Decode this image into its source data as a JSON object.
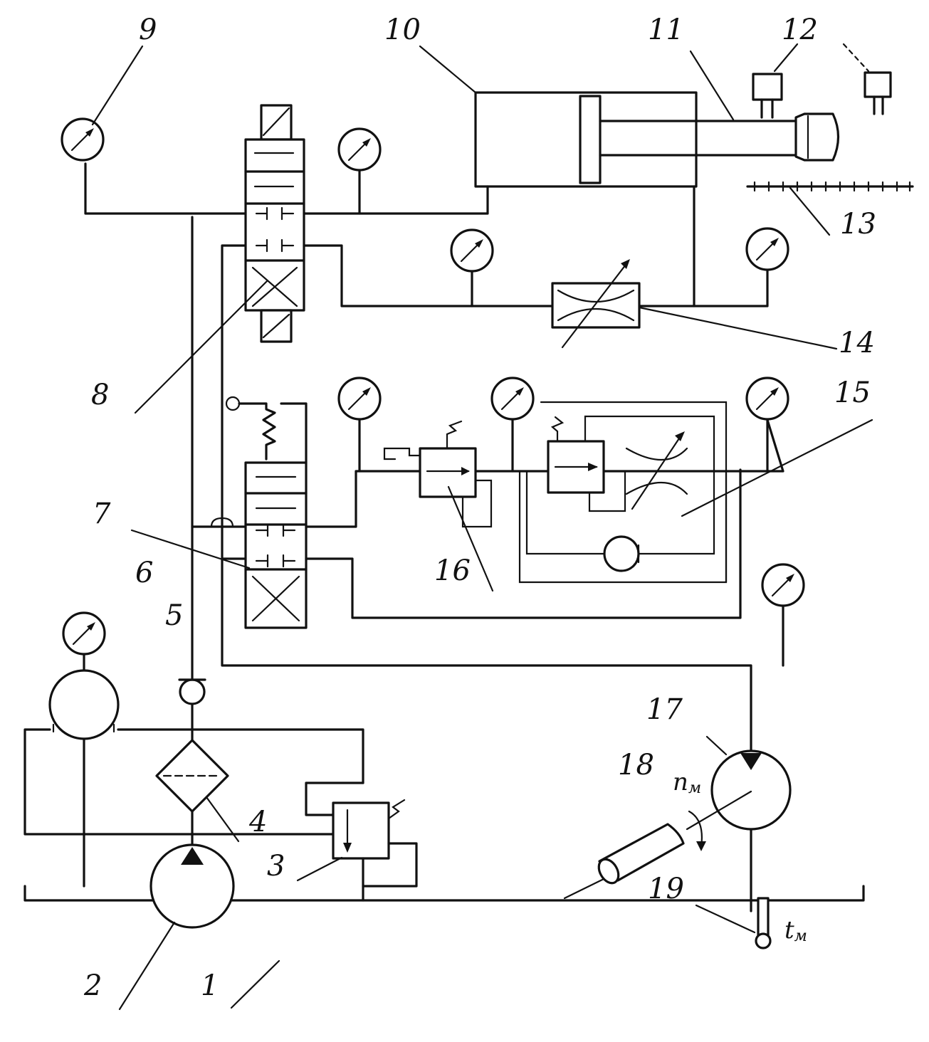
{
  "colors": {
    "ink": "#111111",
    "paper": "#ffffff"
  },
  "labels": {
    "l1": "1",
    "l2": "2",
    "l3": "3",
    "l4": "4",
    "l5": "5",
    "l6": "6",
    "l7": "7",
    "l8": "8",
    "l9": "9",
    "l10": "10",
    "l11": "11",
    "l12": "12",
    "l13": "13",
    "l14": "14",
    "l15": "15",
    "l16": "16",
    "l17": "17",
    "l18": "18",
    "l19": "19"
  },
  "annotations": {
    "speed": "n",
    "speed_sub": "м",
    "temp": "t",
    "temp_sub": "м"
  },
  "icons": [
    "pressure-gauge-icon",
    "pump-icon",
    "hydraulic-motor-icon",
    "check-valve-icon",
    "filter-icon",
    "throttle-icon",
    "thermometer-icon",
    "tachometer-icon",
    "limit-switch-icon"
  ]
}
